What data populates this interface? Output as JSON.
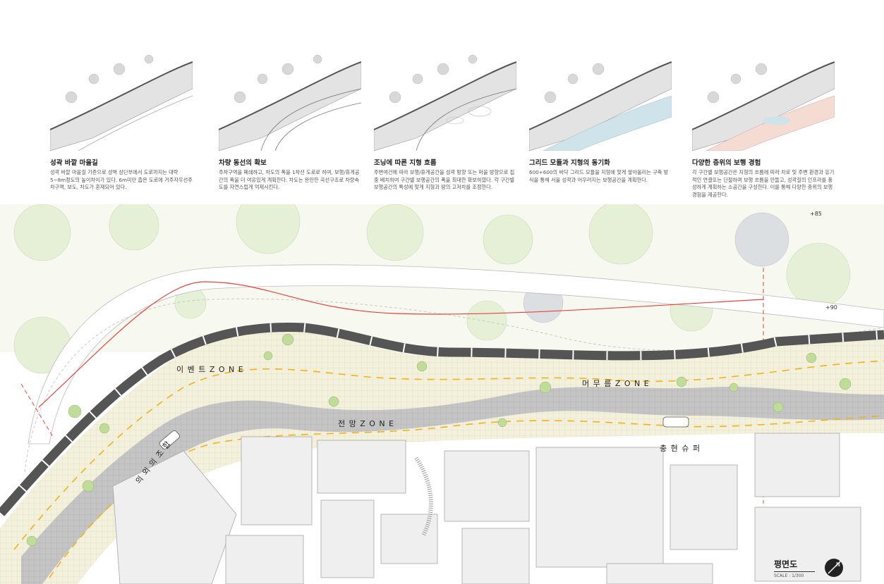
{
  "panels": [
    {
      "title": "성곽 바깥 마을길",
      "desc": "성곽 바깥 마을길 기준으로 성벽 상단부에서 도로까지는 대략 5~8m정도의 높이차이가 있다. 6m미만 좁은 도로에 거주자우선주차구역, 보도, 차도가 혼재되어 있다."
    },
    {
      "title": "차량 동선의 확보",
      "desc": "주차구역을 폐쇄하고, 차도의 폭을 1차선 도로로 하여, 보행/휴게공간의 폭을 더 여유있게 계획한다. 차도는 완만한 곡선구조로 차량속도를 자연스럽게 억제시킨다."
    },
    {
      "title": "조닝에 따른 지형 흐름",
      "desc": "주변여건에 따라 보행/휴게공간을 성곽 방향 또는 마을 방향으로 집중 배치하여 구간별 보행공간의 폭을 최대한 확보하였다. 각 구간별 보행공간의 특성에 맞게 지형과 땅의 고저차를 조정한다."
    },
    {
      "title": "그리드 모듈과 지형의 동기화",
      "desc": "600+600의 바닥 그리드 모듈을 지형에 맞게 쌓아올리는 구축 방식을 통해 서울 성곽과 어우러지는 보행공간을 계획한다."
    },
    {
      "title": "다양한 층위의 보행 경험",
      "desc": "각 구간별 보행공간은 지형의 흐름에 따라 차로 및 주변 환경과 유기적인 연결또는 단절하며 보행 흐름을 만들고, 성곽길의 인프라를 풍성하게 계획하는 소공간을 구성한다. 이를 통해 다양한 층위의 보행경험을 제공한다."
    }
  ],
  "plan": {
    "zones": {
      "event": "이 벤 트 Z O N E",
      "view": "전 망 Z O N E",
      "rest": "머 무 름 Z O N E"
    },
    "places": {
      "store": "충 현 슈 퍼",
      "assoc": "의 외 의 조 합"
    },
    "elevations": [
      "+85",
      "+90"
    ]
  },
  "title_block": {
    "title": "평면도",
    "scale": "SCALE : 1/300",
    "north": "N"
  },
  "colors": {
    "wall": "#555555",
    "path_red": "#e8443a",
    "paving_grey": "#bdbdbd",
    "yellow_dash": "#f2b21a",
    "tree_green": "#9cc86b"
  }
}
